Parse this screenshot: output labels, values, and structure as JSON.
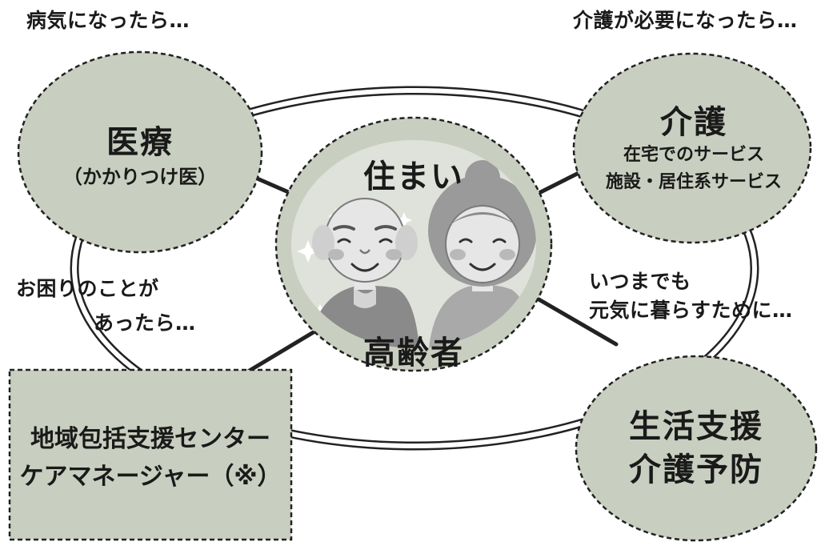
{
  "captions": {
    "illness": "病気になったら…",
    "care_needed": "介護が必要になったら…",
    "trouble_line1": "お困りのことが",
    "trouble_line2": "あったら…",
    "healthy_line1": "いつまでも",
    "healthy_line2": "元気に暮らすために…"
  },
  "medical": {
    "title": "医療",
    "subtitle": "（かかりつけ医）"
  },
  "care": {
    "title": "介護",
    "line1": "在宅でのサービス",
    "line2": "施設・居住系サービス"
  },
  "center": {
    "top_label": "住まい",
    "bottom_label": "高齢者",
    "illustration": "elderly-couple-illustration"
  },
  "support_center": {
    "line1": "地域包括支援センター",
    "line2": "ケアマネージャー（※）"
  },
  "life_support": {
    "line1": "生活支援",
    "line2": "介護予防"
  },
  "colors": {
    "fill": "#c9cfc0",
    "stroke": "#222222",
    "illustration_bg": "#dfe2da",
    "skin": "#e6e6e6",
    "hair_grey": "#cfcfcf",
    "cheek": "#b9b9b9",
    "clothes_dark": "#8a8a8a",
    "clothes_light": "#a9a9a9"
  }
}
